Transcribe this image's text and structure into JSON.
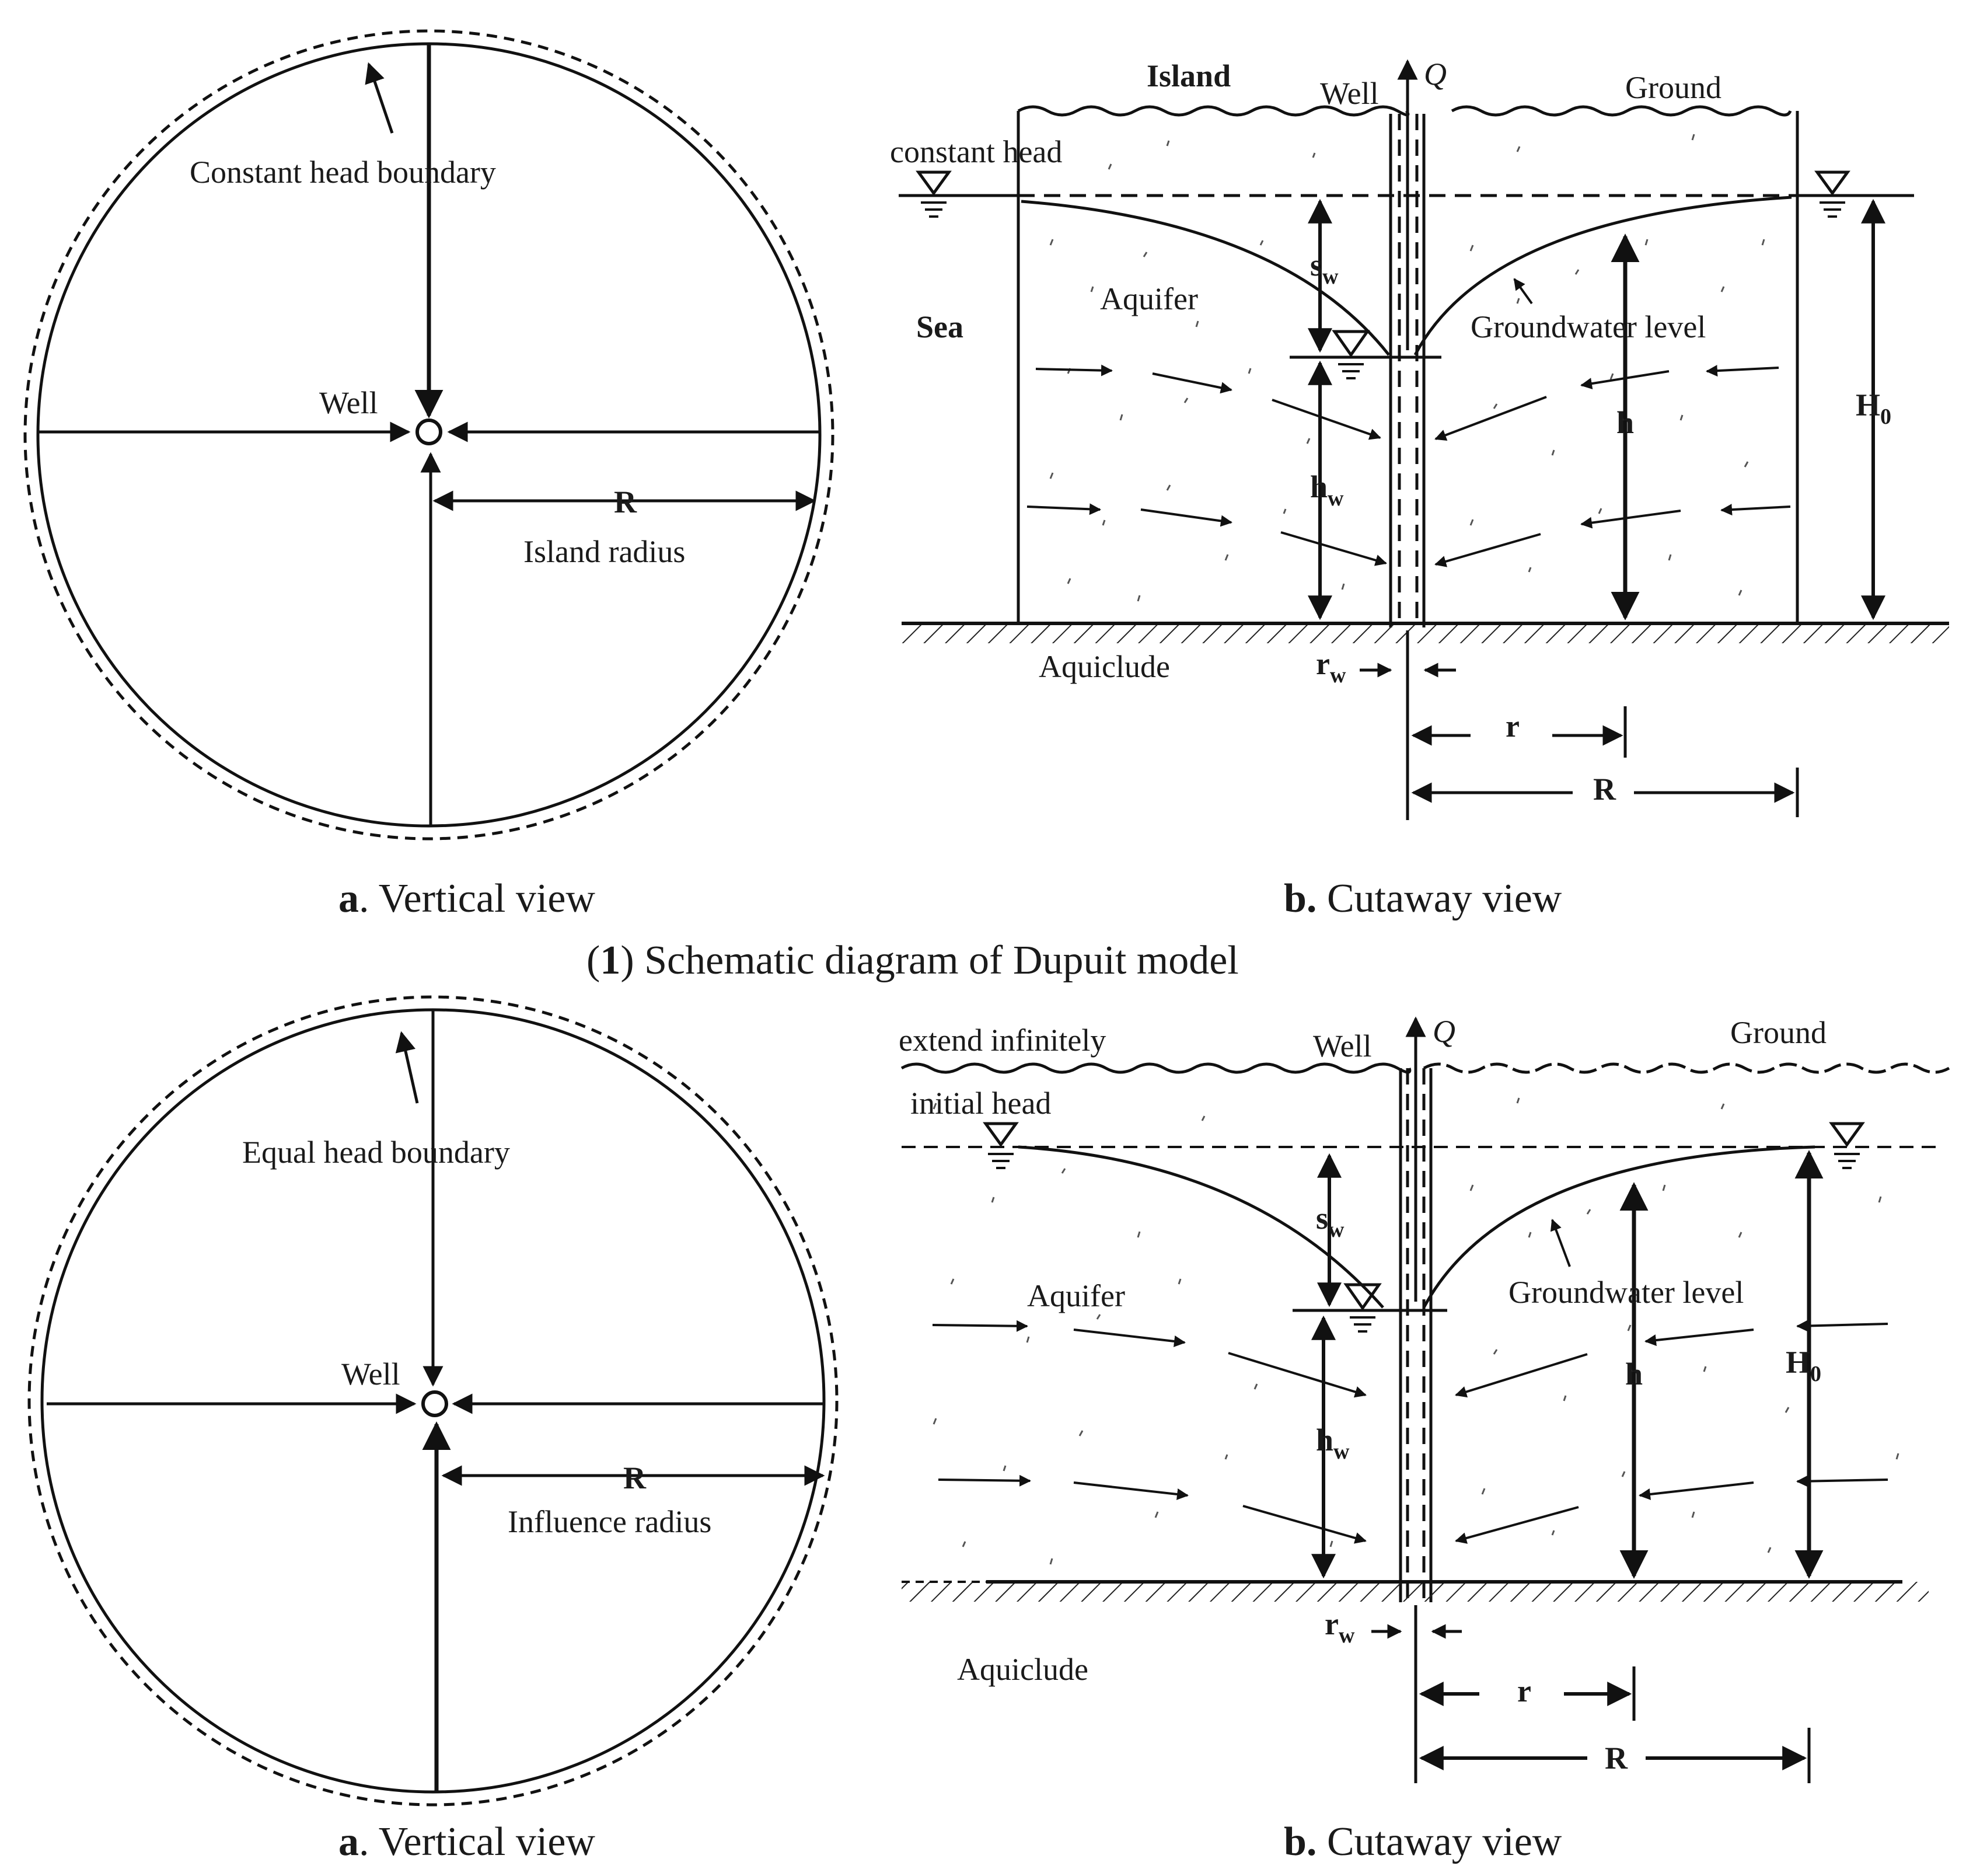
{
  "panel1": {
    "vertical": {
      "boundary_label": "Constant head boundary",
      "well_label": "Well",
      "radius_symbol": "R",
      "radius_label": "Island radius",
      "caption_letter": "a",
      "caption_text": ". Vertical view"
    },
    "cutaway": {
      "island": "Island",
      "well": "Well",
      "q": "Q",
      "ground": "Ground",
      "head_label": "constant head",
      "sea": "Sea",
      "aquifer": "Aquifer",
      "groundwater": "Groundwater level",
      "sw": "s",
      "sw_sub": "w",
      "h": "h",
      "hw": "h",
      "hw_sub": "w",
      "h0": "H",
      "h0_sub": "0",
      "aquiclude": "Aquiclude",
      "rw": "r",
      "rw_sub": "w",
      "r": "r",
      "R": "R",
      "caption_letter": "b.",
      "caption_text": " Cutaway view"
    },
    "figure_caption_num": "1",
    "figure_caption_text": " Schematic diagram of Dupuit model"
  },
  "panel2": {
    "vertical": {
      "boundary_label": "Equal head boundary",
      "well_label": "Well",
      "radius_symbol": "R",
      "radius_label": "Influence radius",
      "caption_letter": "a",
      "caption_text": ". Vertical view"
    },
    "cutaway": {
      "extend": "extend infinitely",
      "well": "Well",
      "q": "Q",
      "ground": "Ground",
      "head_label": "initial head",
      "aquifer": "Aquifer",
      "groundwater": "Groundwater level",
      "sw": "s",
      "sw_sub": "w",
      "h": "h",
      "hw": "h",
      "hw_sub": "w",
      "h0": "H",
      "h0_sub": "0",
      "aquiclude": "Aquiclude",
      "rw": "r",
      "rw_sub": "w",
      "r": "r",
      "R": "R",
      "caption_letter": "b.",
      "caption_text": " Cutaway view"
    }
  }
}
